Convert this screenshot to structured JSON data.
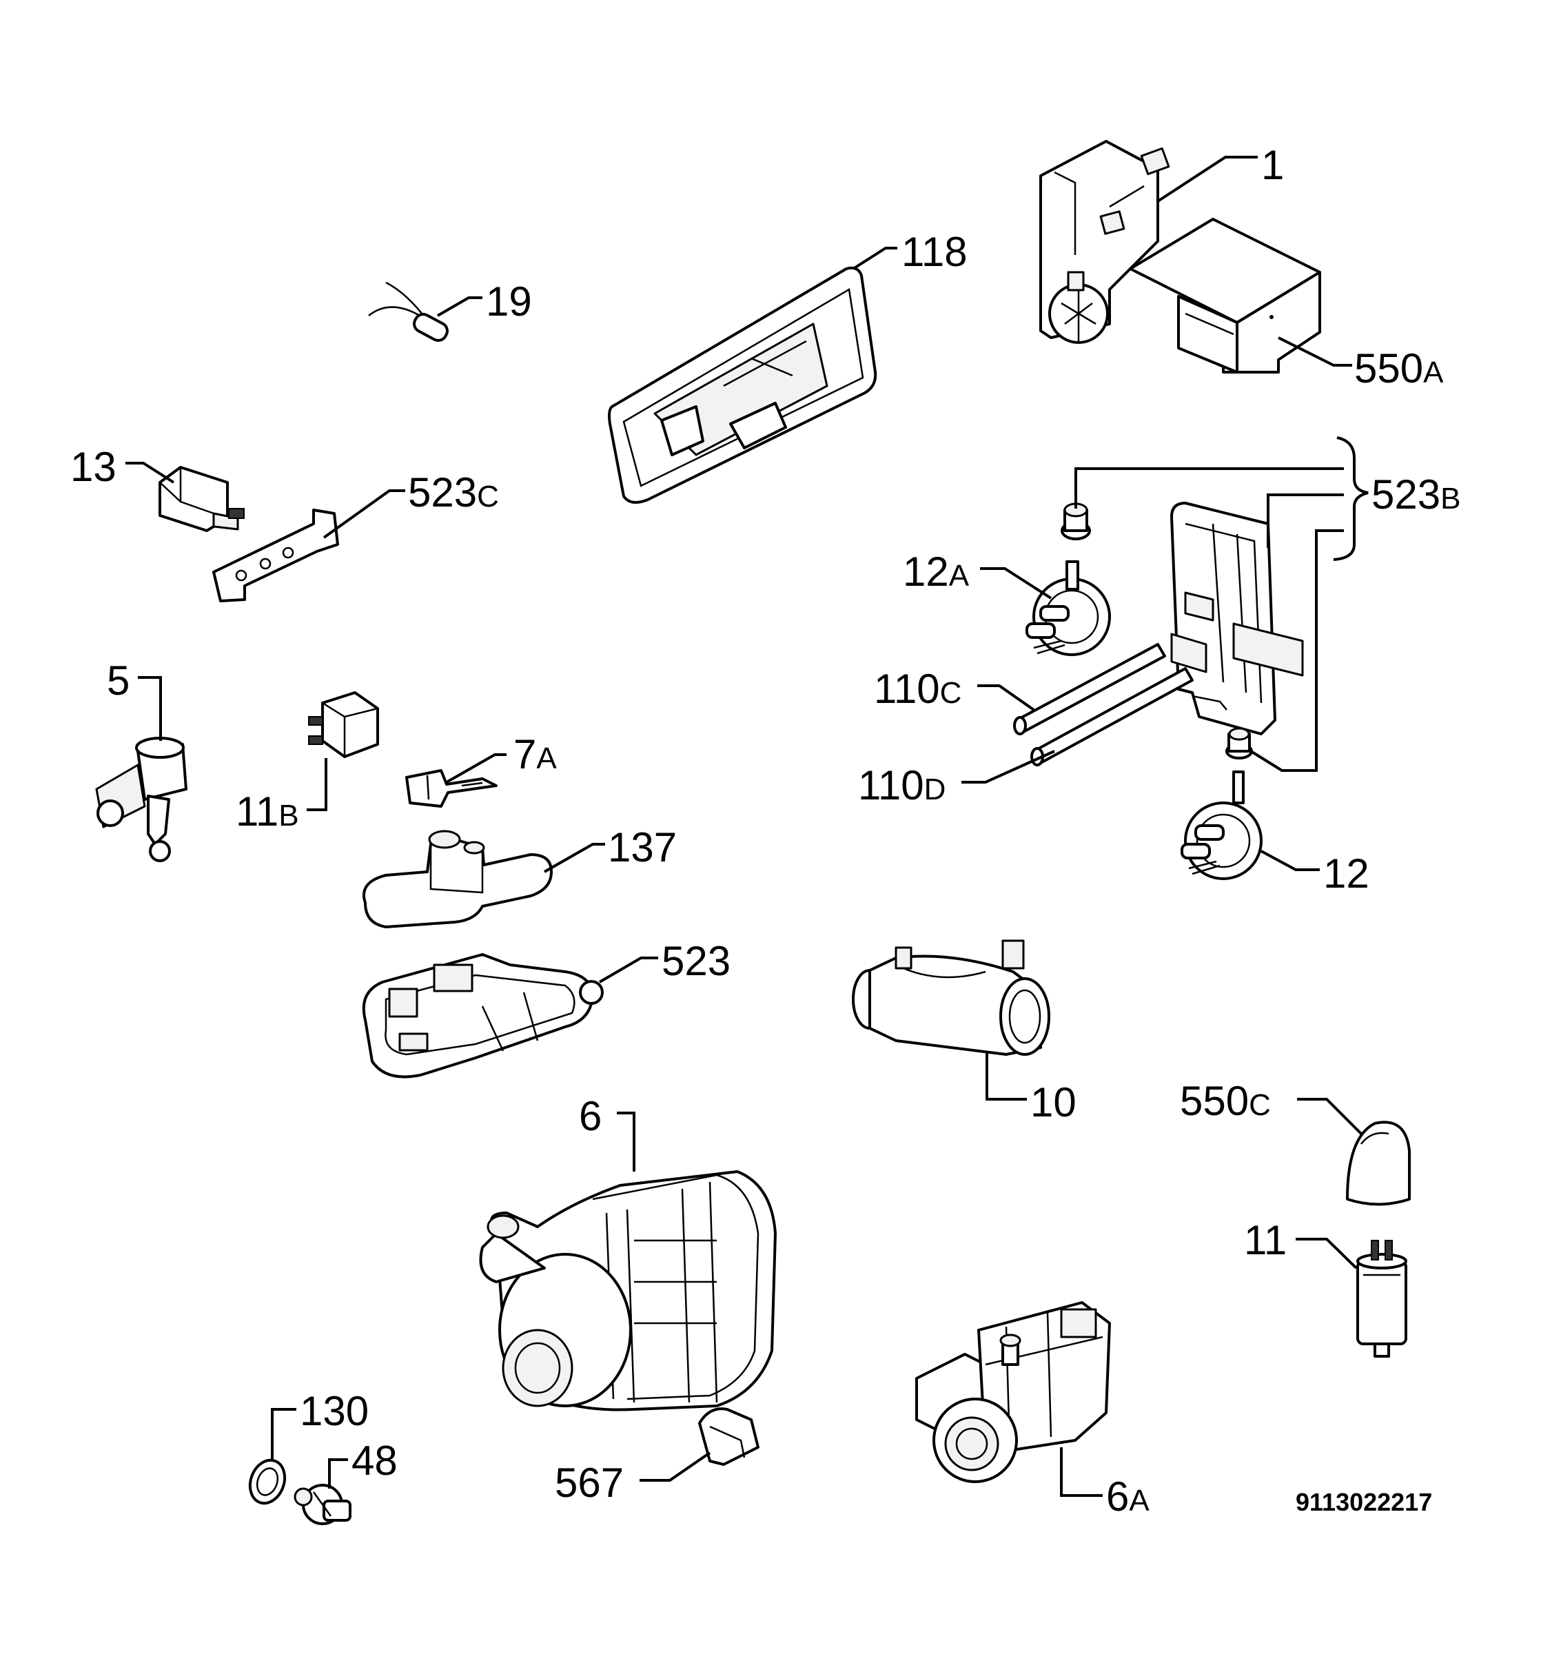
{
  "labels": {
    "p1": "1",
    "p118": "118",
    "p19": "19",
    "p550a": "550",
    "p550a_sfx": "A",
    "p13": "13",
    "p523c": "523",
    "p523c_sfx": "C",
    "p523b": "523",
    "p523b_sfx": "B",
    "p12a": "12",
    "p12a_sfx": "A",
    "p110c": "110",
    "p110c_sfx": "C",
    "p110d": "110",
    "p110d_sfx": "D",
    "p5": "5",
    "p7a": "7",
    "p7a_sfx": "A",
    "p11b": "11",
    "p11b_sfx": "B",
    "p137": "137",
    "p12": "12",
    "p523": "523",
    "p10": "10",
    "p550c": "550",
    "p550c_sfx": "C",
    "p6": "6",
    "p11": "11",
    "p130": "130",
    "p48": "48",
    "p567": "567",
    "p6a": "6",
    "p6a_sfx": "A"
  },
  "diagram_code": "9113022217"
}
